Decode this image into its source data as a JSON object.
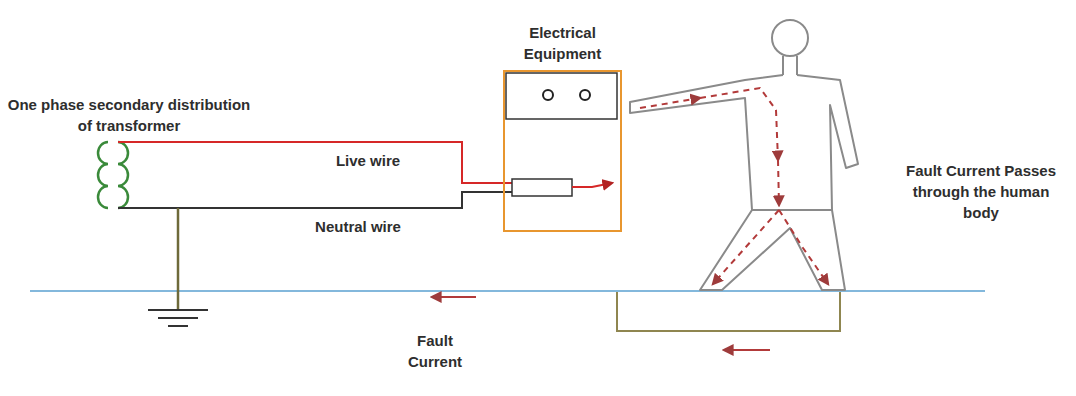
{
  "diagram": {
    "nodes": [
      {
        "text": [
          "Electrical Equipment"
        ]
      }
    ],
    "labels": [
      "One phase secondary distribution of transformer",
      "Live wire",
      "Neutral wire",
      "Fault Current Passes through the human body",
      "Fault Current"
    ]
  }
}
